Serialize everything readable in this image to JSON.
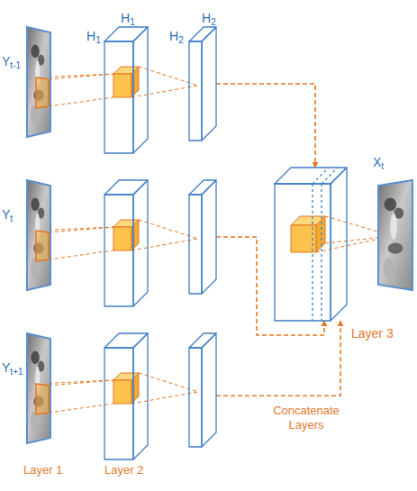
{
  "diagram": {
    "nodes": [
      {
        "text": [
          "Yt-1"
        ]
      },
      {
        "text": [
          "H1",
          "H1"
        ]
      },
      {
        "text": [
          "H2",
          "H2"
        ]
      },
      {
        "text": [
          "Yt"
        ]
      },
      {
        "text": []
      },
      {
        "text": []
      },
      {
        "text": [
          "Yt+1"
        ]
      },
      {
        "text": []
      },
      {
        "text": []
      },
      {
        "text": [
          "Layer 3"
        ]
      },
      {
        "text": [
          "Xt"
        ]
      }
    ],
    "edges": [
      {
        "from": 2,
        "to": 9,
        "arrow": "to"
      },
      {
        "from": 5,
        "to": 9,
        "arrow": "to"
      },
      {
        "from": 8,
        "to": 9,
        "arrow": "to"
      }
    ],
    "labels": [
      "Layer 1",
      "Layer 2",
      "Concatenate Layers"
    ]
  }
}
